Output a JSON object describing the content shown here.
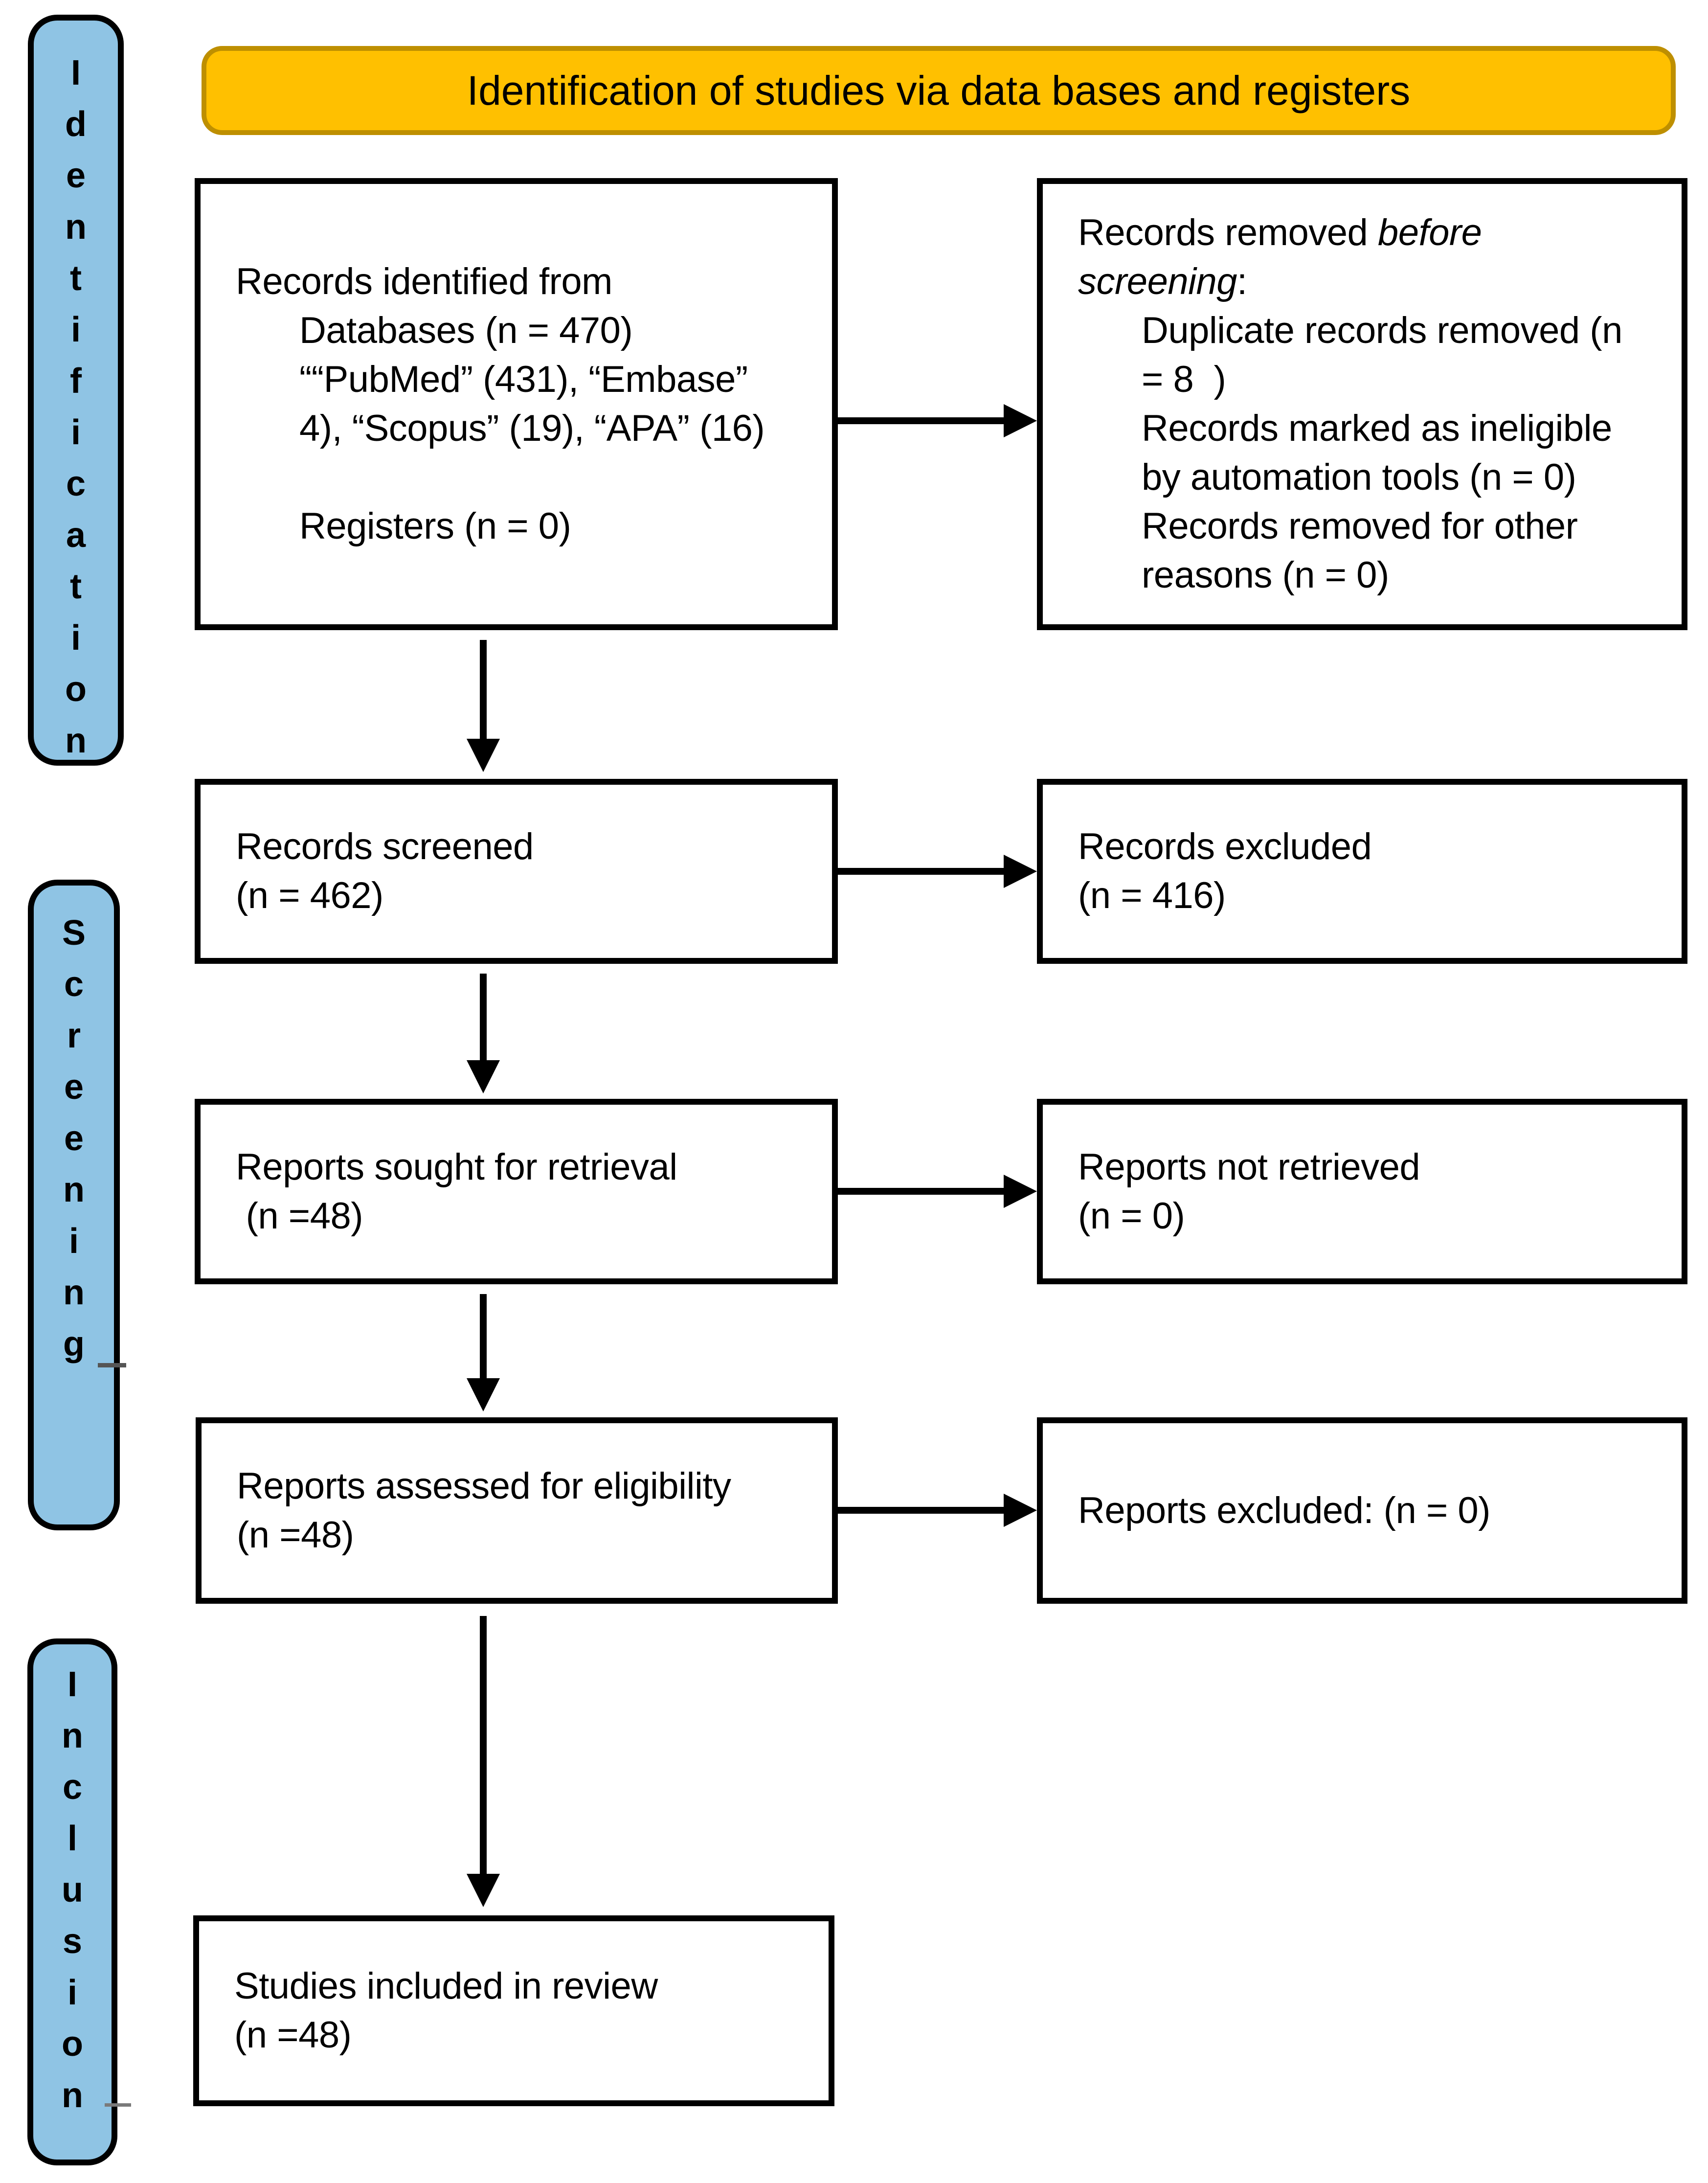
{
  "colors": {
    "sidebar_fill": "#8FC4E4",
    "sidebar_border": "#000000",
    "banner_fill": "#FFC000",
    "banner_border": "#BE8F00",
    "box_border": "#000000",
    "text_color": "#000000",
    "arrow": "#000000",
    "tick": "#555555",
    "page_bg": "#ffffff"
  },
  "banner": {
    "text": "Identification of studies via data bases and registers"
  },
  "sidebar": [
    {
      "id": "identification",
      "label": "Identification"
    },
    {
      "id": "screening",
      "label": "Screening"
    },
    {
      "id": "inclusion",
      "label": "Inclusion"
    }
  ],
  "boxes": [
    {
      "id": "records-identified",
      "lines": [
        {
          "ind": false,
          "segs": [
            {
              "t": "Records identified from",
              "i": false
            }
          ]
        },
        {
          "ind": true,
          "segs": [
            {
              "t": "Databases (n = 470)",
              "i": false
            }
          ]
        },
        {
          "ind": true,
          "segs": [
            {
              "t": "““PubMed” (431), “Embase”",
              "i": false
            }
          ]
        },
        {
          "ind": true,
          "segs": [
            {
              "t": "4), “Scopus” (19), “APA” (16)",
              "i": false
            }
          ]
        },
        {
          "ind": false,
          "segs": [
            {
              "t": "",
              "i": false
            }
          ]
        },
        {
          "ind": true,
          "segs": [
            {
              "t": "Registers (n = 0)",
              "i": false
            }
          ]
        }
      ]
    },
    {
      "id": "records-removed",
      "lines": [
        {
          "ind": false,
          "segs": [
            {
              "t": "Records removed ",
              "i": false
            },
            {
              "t": "before",
              "i": true
            }
          ]
        },
        {
          "ind": false,
          "segs": [
            {
              "t": "screening",
              "i": true
            },
            {
              "t": ":",
              "i": false
            }
          ]
        },
        {
          "ind": true,
          "segs": [
            {
              "t": "Duplicate records removed (n",
              "i": false
            }
          ]
        },
        {
          "ind": true,
          "segs": [
            {
              "t": "= 8  )",
              "i": false
            }
          ]
        },
        {
          "ind": true,
          "segs": [
            {
              "t": "Records marked as ineligible",
              "i": false
            }
          ]
        },
        {
          "ind": true,
          "segs": [
            {
              "t": "by automation tools (n = 0)",
              "i": false
            }
          ]
        },
        {
          "ind": true,
          "segs": [
            {
              "t": "Records removed for other",
              "i": false
            }
          ]
        },
        {
          "ind": true,
          "segs": [
            {
              "t": "reasons (n = 0)",
              "i": false
            }
          ]
        }
      ]
    },
    {
      "id": "records-screened",
      "lines": [
        {
          "ind": false,
          "segs": [
            {
              "t": "Records screened",
              "i": false
            }
          ]
        },
        {
          "ind": false,
          "segs": [
            {
              "t": "(n = 462)",
              "i": false
            }
          ]
        }
      ]
    },
    {
      "id": "records-excluded",
      "lines": [
        {
          "ind": false,
          "segs": [
            {
              "t": "Records excluded",
              "i": false
            }
          ]
        },
        {
          "ind": false,
          "segs": [
            {
              "t": "(n = 416)",
              "i": false
            }
          ]
        }
      ]
    },
    {
      "id": "reports-sought",
      "lines": [
        {
          "ind": false,
          "segs": [
            {
              "t": "Reports sought for retrieval",
              "i": false
            }
          ]
        },
        {
          "ind": false,
          "segs": [
            {
              "t": " (n =48)",
              "i": false
            }
          ]
        }
      ]
    },
    {
      "id": "reports-not-retrieved",
      "lines": [
        {
          "ind": false,
          "segs": [
            {
              "t": "Reports not retrieved",
              "i": false
            }
          ]
        },
        {
          "ind": false,
          "segs": [
            {
              "t": "(n = 0)",
              "i": false
            }
          ]
        }
      ]
    },
    {
      "id": "reports-assessed",
      "lines": [
        {
          "ind": false,
          "segs": [
            {
              "t": "Reports assessed for eligibility",
              "i": false
            }
          ]
        },
        {
          "ind": false,
          "segs": [
            {
              "t": "(n =48)",
              "i": false
            }
          ]
        }
      ]
    },
    {
      "id": "reports-excluded",
      "lines": [
        {
          "ind": false,
          "segs": [
            {
              "t": "Reports excluded: (n = 0)",
              "i": false
            }
          ]
        }
      ]
    },
    {
      "id": "studies-included",
      "lines": [
        {
          "ind": false,
          "segs": [
            {
              "t": "Studies included in review",
              "i": false
            }
          ]
        },
        {
          "ind": false,
          "segs": [
            {
              "t": "(n =48)",
              "i": false
            }
          ]
        }
      ]
    }
  ],
  "connections": [
    {
      "from": "records-identified",
      "to": "records-removed",
      "direction": "right"
    },
    {
      "from": "records-identified",
      "to": "records-screened",
      "direction": "down"
    },
    {
      "from": "records-screened",
      "to": "records-excluded",
      "direction": "right"
    },
    {
      "from": "records-screened",
      "to": "reports-sought",
      "direction": "down"
    },
    {
      "from": "reports-sought",
      "to": "reports-not-retrieved",
      "direction": "right"
    },
    {
      "from": "reports-sought",
      "to": "reports-assessed",
      "direction": "down"
    },
    {
      "from": "reports-assessed",
      "to": "reports-excluded",
      "direction": "right"
    },
    {
      "from": "reports-assessed",
      "to": "studies-included",
      "direction": "down"
    }
  ]
}
